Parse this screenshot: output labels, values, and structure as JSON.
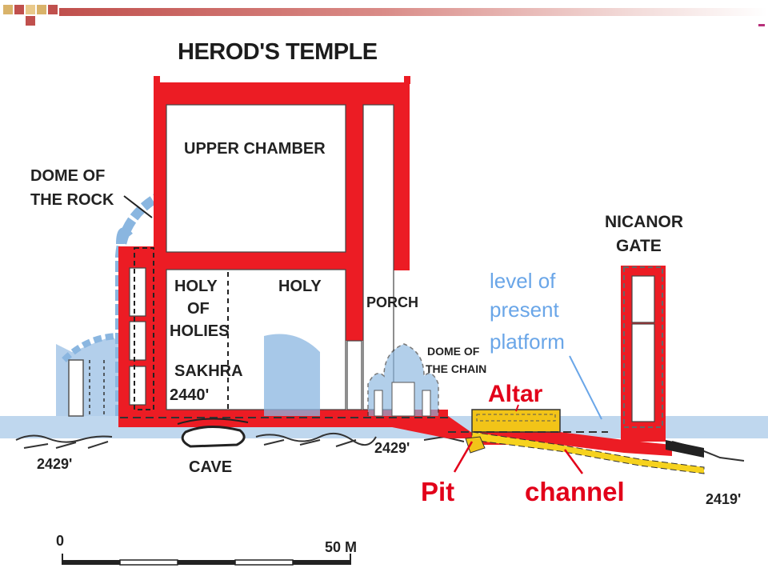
{
  "title": "HEROD'S TEMPLE",
  "labels": {
    "upper_chamber": "UPPER CHAMBER",
    "dome_rock_1": "DOME OF",
    "dome_rock_2": "THE ROCK",
    "holy_of_holies_1": "HOLY",
    "holy_of_holies_2": "OF",
    "holy_of_holies_3": "HOLIES",
    "holy": "HOLY",
    "porch": "PORCH",
    "sakhra": "SAKHRA",
    "elev_sakhra": "2440'",
    "dome_chain_1": "DOME OF",
    "dome_chain_2": "THE CHAIN",
    "nicanor_1": "NICANOR",
    "nicanor_2": "GATE",
    "cave": "CAVE",
    "elev_left": "2429'",
    "elev_mid": "2429'",
    "elev_right": "2419'"
  },
  "annotations": {
    "level_1": "level of",
    "level_2": "present",
    "level_3": "platform",
    "altar": "Altar",
    "pit": "Pit",
    "channel": "channel"
  },
  "scale": {
    "start": "0",
    "end": "50 M"
  },
  "colors": {
    "wall_red": "#ec1c24",
    "dome_blue": "#8ab6e0",
    "annotation_red": "#e2001a",
    "annotation_blue": "#6aa6e8",
    "altar_yellow": "#f2c418",
    "channel_yellow": "#f6d21e"
  }
}
